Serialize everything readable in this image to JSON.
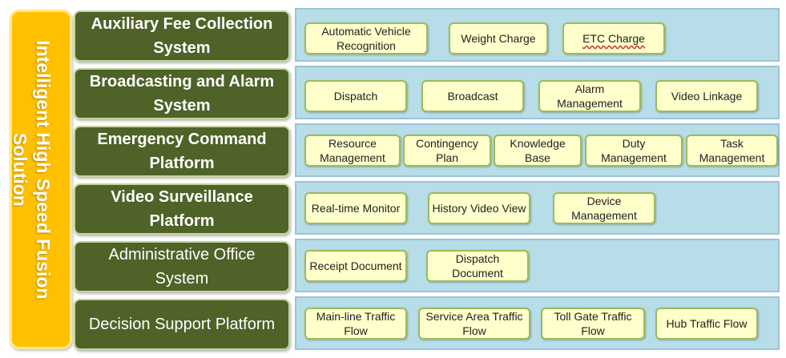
{
  "title": "Intelligent High Speed Fusion Solution",
  "rows": [
    {
      "label": "Auxiliary Fee Collection System",
      "items": [
        "Automatic Vehicle Recognition",
        "Weight Charge",
        "ETC Charge"
      ]
    },
    {
      "label": "Broadcasting and Alarm System",
      "items": [
        "Dispatch",
        "Broadcast",
        "Alarm Management",
        "Video Linkage"
      ]
    },
    {
      "label": "Emergency Command Platform",
      "items": [
        "Resource Management",
        "Contingency Plan",
        "Knowledge Base",
        "Duty Management",
        "Task Management"
      ]
    },
    {
      "label": "Video Surveillance Platform",
      "items": [
        "Real-time Monitor",
        "History Video View",
        "Device Management"
      ]
    },
    {
      "label": "Administrative Office System",
      "items": [
        "Receipt Document",
        "Dispatch Document"
      ]
    },
    {
      "label": "Decision Support Platform",
      "items": [
        "Main-line Traffic Flow",
        "Service Area Traffic Flow",
        "Toll Gate Traffic Flow",
        "Hub Traffic Flow"
      ]
    }
  ],
  "colors": {
    "title_bar": "#ffc000",
    "row_label": "#4f6228",
    "panel": "#b7dde8",
    "chip_fill": "#ffffcc",
    "chip_border": "#9bbb59"
  }
}
